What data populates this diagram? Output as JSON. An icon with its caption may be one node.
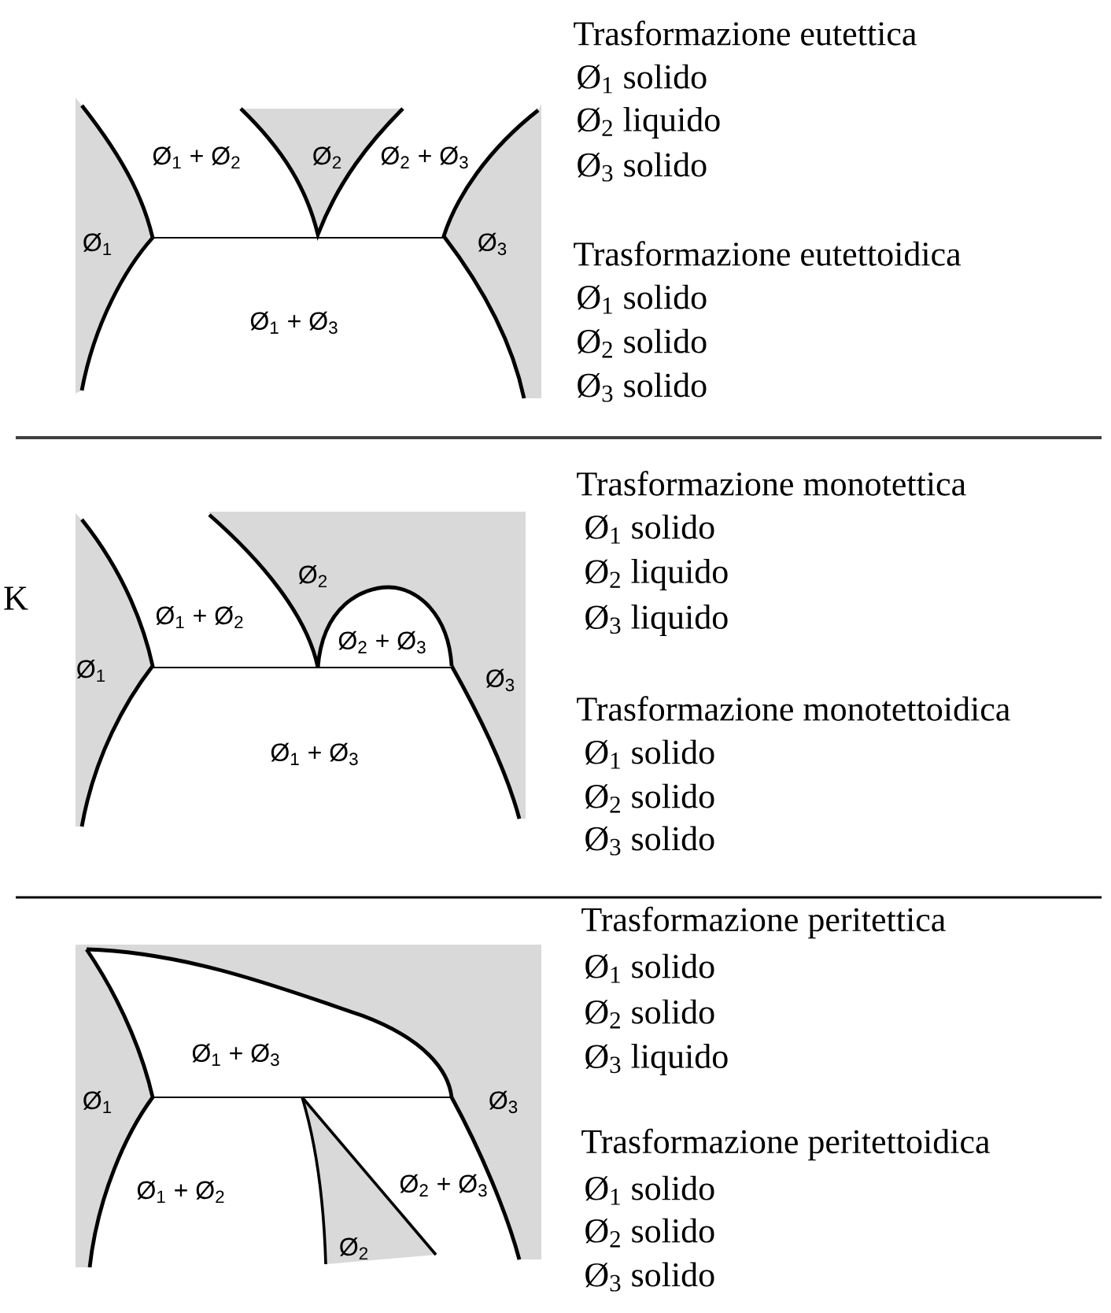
{
  "diagram": {
    "labels": [
      "Ø$_{1}$ + Ø$_{2}$",
      "Ø$_{2}$",
      "Ø$_{2}$ + Ø$_{3}$",
      "Ø$_{1}$",
      "Ø$_{3}$",
      "Ø$_{1}$ + Ø$_{3}$",
      "Trasformazione eutettica",
      "Ø$_{1}$ solido",
      "Ø$_{2}$ liquido",
      "Ø$_{3}$ solido",
      "Trasformazione eutettoidica",
      "Ø$_{1}$ solido",
      "Ø$_{2}$ solido",
      "Ø$_{3}$ solido",
      "K",
      "Ø$_{2}$",
      "Ø$_{1}$ + Ø$_{2}$",
      "Ø$_{2}$ + Ø$_{3}$",
      "Ø$_{1}$",
      "Ø$_{3}$",
      "Ø$_{1}$ + Ø$_{3}$",
      "Trasformazione monotettica",
      "Ø$_{1}$ solido",
      "Ø$_{2}$ liquido",
      "Ø$_{3}$ liquido",
      "Trasformazione monotettoidica",
      "Ø$_{1}$ solido",
      "Ø$_{2}$ solido",
      "Ø$_{3}$ solido",
      "Ø$_{1}$ + Ø$_{3}$",
      "Ø$_{1}$",
      "Ø$_{3}$",
      "Ø$_{1}$ + Ø$_{2}$",
      "Ø$_{2}$ + Ø$_{3}$",
      "Ø$_{2}$",
      "Trasformazione peritettica",
      "Ø$_{1}$ solido",
      "Ø$_{2}$ solido",
      "Ø$_{3}$ liquido",
      "Trasformazione peritettoidica",
      "Ø$_{1}$ solido",
      "Ø$_{2}$ solido",
      "Ø$_{3}$ solido"
    ]
  }
}
